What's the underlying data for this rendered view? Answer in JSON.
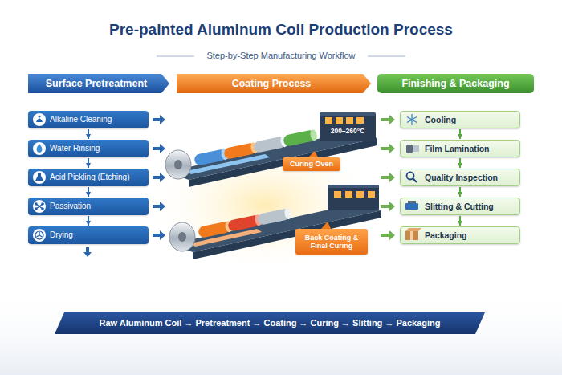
{
  "diagram": {
    "title": "Pre-painted Aluminum Coil Production Process",
    "nodes": [
      {
        "text": [
          "Surface Pretreatment"
        ]
      },
      {
        "text": [
          "Coating Process"
        ]
      },
      {
        "text": [
          "Finishing & Packaging"
        ]
      },
      {
        "text": [
          "Alkaline Cleaning"
        ]
      },
      {
        "text": [
          "Water Rinsing"
        ]
      },
      {
        "text": [
          "Acid Pickling (Etching)"
        ]
      },
      {
        "text": [
          "Passivation"
        ]
      },
      {
        "text": [
          "Drying"
        ]
      },
      {
        "text": [
          "Curing Oven"
        ]
      },
      {
        "text": [
          "Back Coating & Final Curing"
        ]
      },
      {
        "text": [
          "Cooling"
        ]
      },
      {
        "text": [
          "Film Lamination"
        ]
      },
      {
        "text": [
          "Quality Inspection"
        ]
      },
      {
        "text": [
          "Slitting & Cutting"
        ]
      },
      {
        "text": [
          "Packaging"
        ]
      },
      {
        "text": [
          "Raw Aluminum Coil → Pretreatment → Coating → Curing → Slitting → Packaging"
        ]
      }
    ],
    "edges": [
      {
        "from": 3,
        "to": 4,
        "arrow": "to"
      },
      {
        "from": 4,
        "to": 5,
        "arrow": "to"
      },
      {
        "from": 5,
        "to": 6,
        "arrow": "to"
      },
      {
        "from": 6,
        "to": 7,
        "arrow": "to"
      },
      {
        "from": 10,
        "to": 11,
        "arrow": "to"
      },
      {
        "from": 11,
        "to": 12,
        "arrow": "to"
      },
      {
        "from": 12,
        "to": 13,
        "arrow": "to"
      },
      {
        "from": 13,
        "to": 14,
        "arrow": "to"
      }
    ],
    "labels": [
      "Step-by-Step Manufacturing Workflow",
      "200–260°C"
    ]
  }
}
